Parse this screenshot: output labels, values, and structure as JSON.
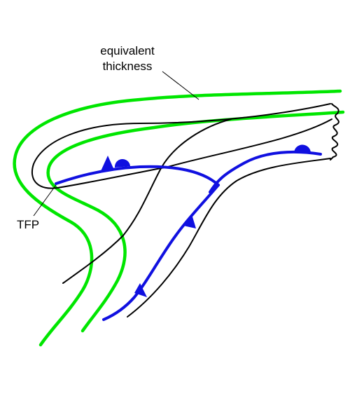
{
  "labels": {
    "equivalent_line1": "equivalent",
    "equivalent_line2": "thickness",
    "tfp": "TFP"
  },
  "colors": {
    "background": "#ffffff",
    "thickness_contours": "#00e600",
    "fronts": "#1010e0",
    "isobars": "#000000"
  }
}
